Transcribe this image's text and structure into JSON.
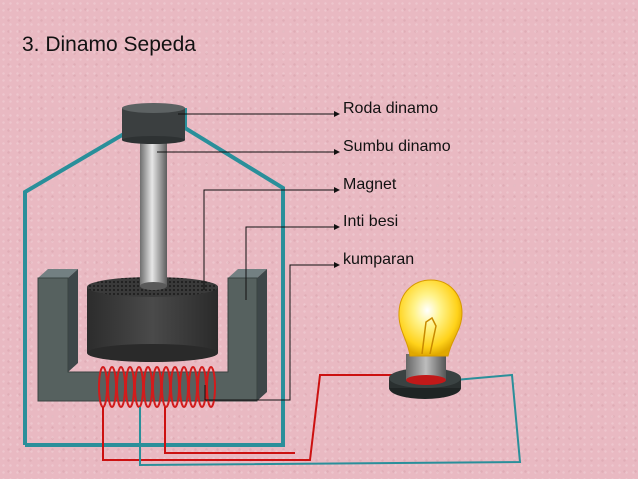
{
  "slide": {
    "title": "3. Dinamo Sepeda"
  },
  "diagram": {
    "labels": [
      "Roda dinamo",
      "Sumbu dinamo",
      "Magnet",
      "Inti besi",
      "kumparan"
    ]
  },
  "colors": {
    "frame": "#2a8f9a",
    "iron_core": "#4f5a5c",
    "magnet": "#3a3a3a",
    "coil": "#d21c1c",
    "wire_red": "#cc1111",
    "wire_teal": "#2a8f9a",
    "bulb": "#ffe433"
  }
}
